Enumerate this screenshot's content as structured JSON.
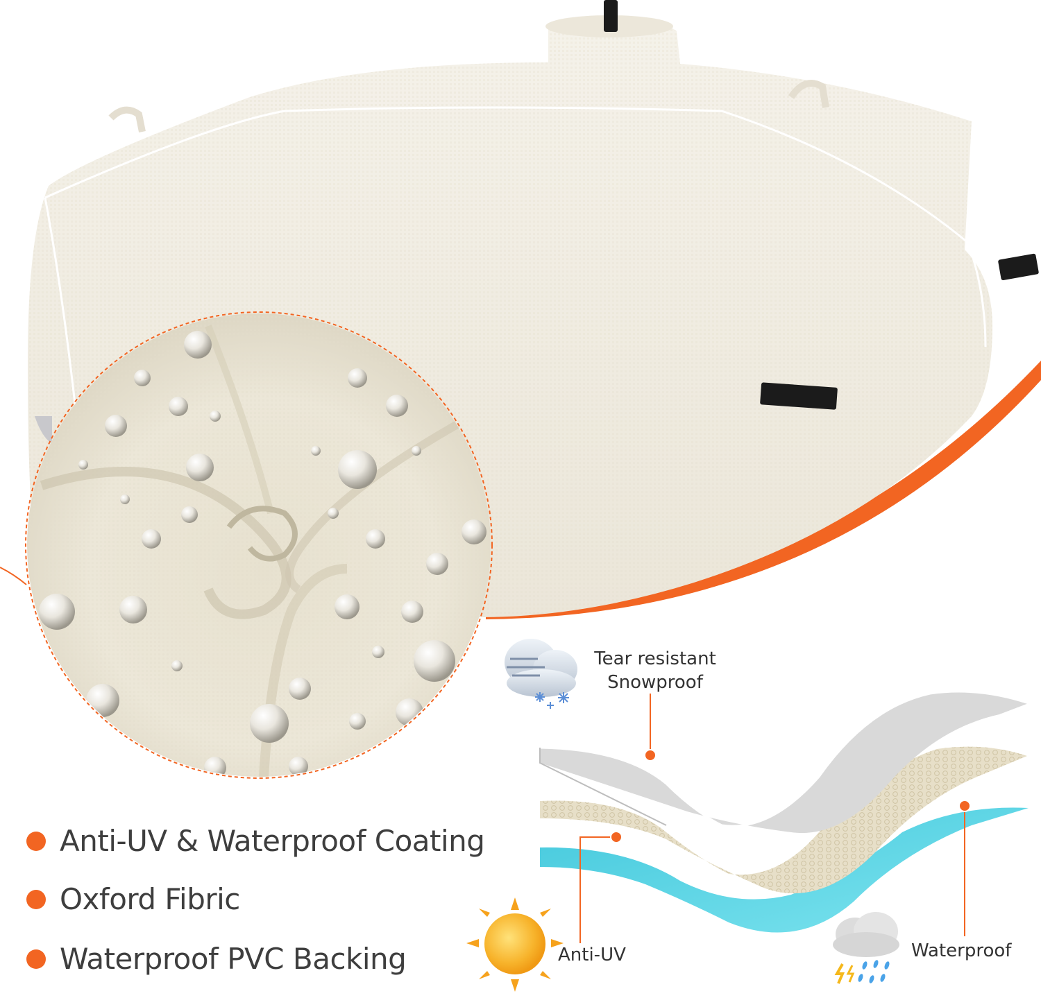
{
  "features": [
    {
      "label": "Anti-UV & Waterproof Coating"
    },
    {
      "label": "Oxford Fibric"
    },
    {
      "label": "Waterproof PVC Backing"
    }
  ],
  "layers": {
    "top": {
      "line1": "Tear resistant",
      "line2": "Snowproof"
    },
    "middle": {
      "label": "Anti-UV"
    },
    "bottom": {
      "label": "Waterproof"
    }
  },
  "icons": {
    "snow": "snow-cloud-icon",
    "sun": "sun-icon",
    "rain": "rain-cloud-icon"
  },
  "colors": {
    "accent": "#f26522",
    "cover": "#f1ede2",
    "fabric": "#ece6d6",
    "layer_top": "#d9d9d9",
    "layer_middle": "#e7dfc8",
    "layer_bottom": "#55d3e4",
    "text": "#3e3e3e"
  }
}
